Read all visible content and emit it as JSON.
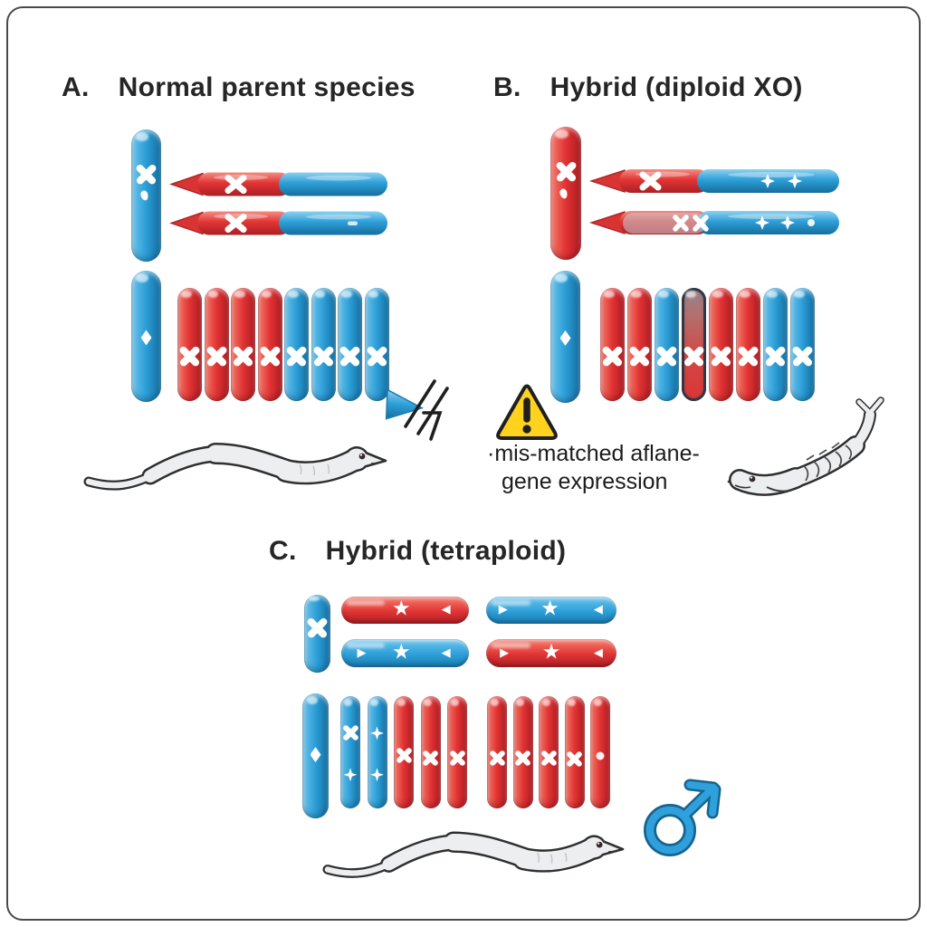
{
  "colors": {
    "chromosome_blue": "#2d9fd8",
    "chromosome_red": "#e23434",
    "mark_white": "#ffffff",
    "warning_yellow": "#ffd21e",
    "outline_black": "#1f1f1f",
    "male_symbol_blue": "#2fa0dc",
    "animal_gray": "#eceef0",
    "frame_gray": "#4a4a4a"
  },
  "panels": {
    "a": {
      "label": "A.",
      "title": "Normal parent species",
      "sex_pill": [
        {
          "c": "blue",
          "marks": [
            {
              "t": "x",
              "y": 34
            },
            {
              "t": "drop",
              "y": 50
            }
          ]
        }
      ],
      "large_pill": [
        {
          "c": "blue",
          "marks": [
            {
              "t": "diamond",
              "y": 51
            }
          ]
        }
      ],
      "autosomes": [
        "red",
        "red",
        "red",
        "red",
        "blue",
        "blue",
        "blue",
        "blue"
      ],
      "animal": "healthy-eel"
    },
    "b": {
      "label": "B.",
      "title": "Hybrid (diploid XO)",
      "sex_pill": [
        {
          "c": "red",
          "marks": [
            {
              "t": "x",
              "y": 34
            },
            {
              "t": "drop",
              "y": 50
            }
          ]
        }
      ],
      "large_pill": [
        {
          "c": "blue",
          "marks": [
            {
              "t": "diamond",
              "y": 51
            }
          ]
        }
      ],
      "autosomes": [
        "red",
        "red",
        "blue",
        {
          "c": "mixed",
          "marks": [
            {
              "t": "x",
              "y": 60
            }
          ]
        },
        "red",
        "red",
        "blue",
        "blue"
      ],
      "warning_line1": "·mis-matched aﬂane-",
      "warning_line2": "gene expression",
      "animal": "sick-eel"
    },
    "c": {
      "label": "C.",
      "title": "Hybrid (tetraploid)",
      "sex_pill": [
        {
          "c": "blue",
          "marks": [
            {
              "t": "x",
              "y": 42
            }
          ]
        }
      ],
      "large_pill": [
        {
          "c": "blue",
          "marks": [
            {
              "t": "diamond",
              "y": 49
            }
          ]
        }
      ],
      "autosome_group1": [
        {
          "c": "blue",
          "marks": [
            {
              "t": "x",
              "y": 33
            },
            {
              "t": "spark",
              "y": 70
            }
          ]
        },
        {
          "c": "blue",
          "marks": [
            {
              "t": "spark",
              "y": 33
            },
            {
              "t": "spark",
              "y": 70
            }
          ]
        },
        {
          "c": "red",
          "marks": [
            {
              "t": "x",
              "y": 53
            }
          ]
        },
        {
          "c": "red",
          "marks": [
            {
              "t": "x",
              "y": 55
            }
          ]
        },
        {
          "c": "red",
          "marks": [
            {
              "t": "x",
              "y": 55
            }
          ]
        }
      ],
      "autosome_group2": [
        {
          "c": "red",
          "marks": [
            {
              "t": "x",
              "y": 55
            }
          ]
        },
        {
          "c": "red",
          "marks": [
            {
              "t": "x",
              "y": 55
            }
          ]
        },
        {
          "c": "red",
          "marks": [
            {
              "t": "x",
              "y": 55
            }
          ]
        },
        {
          "c": "red",
          "marks": [
            {
              "t": "x",
              "y": 56
            }
          ]
        },
        {
          "c": "red",
          "marks": [
            {
              "t": "dot",
              "y": 53
            }
          ]
        }
      ],
      "glyph_star": "★",
      "glyph_chev_right": "▶",
      "glyph_chev_left": "◀",
      "animal": "healthy-eel",
      "symbol": "male"
    }
  }
}
